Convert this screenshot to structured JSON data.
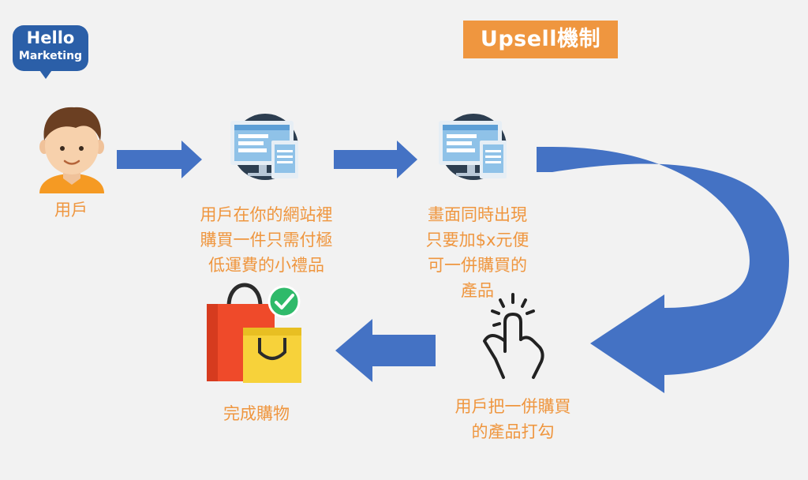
{
  "logo": {
    "line1": "Hello",
    "line2": "Marketing"
  },
  "title": "Upsell機制",
  "steps": {
    "user": "用戶",
    "step1": [
      "用戶在你的網站裡",
      "購買一件只需付極",
      "低運費的小禮品"
    ],
    "step2": [
      "畫面同時出現",
      "只要加$x元便",
      "可一併購買的",
      "產品"
    ],
    "step3": [
      "用戶把一併購買",
      "的產品打勾"
    ],
    "step4": "完成購物"
  },
  "colors": {
    "arrow": "#4472c4",
    "accent": "#ef963f",
    "background": "#f2f2f2",
    "logo": "#2b5fa8"
  },
  "icons": [
    "user-avatar-icon",
    "computer-screen-icon",
    "computer-screen-icon",
    "tap-hand-icon",
    "shopping-bags-icon",
    "check-badge-icon"
  ]
}
